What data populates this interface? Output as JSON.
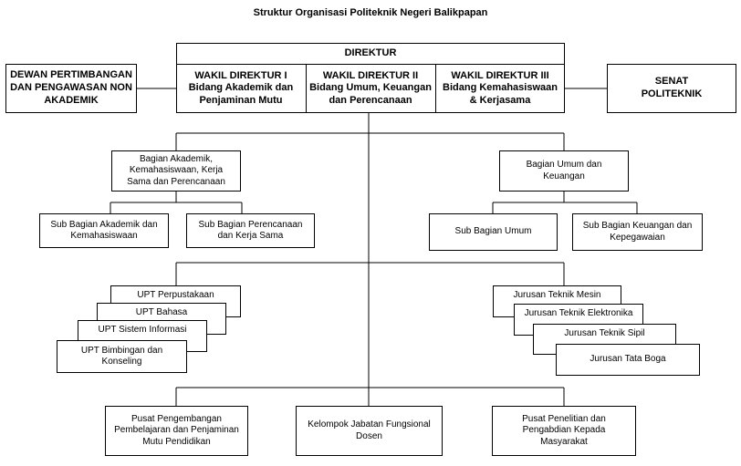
{
  "title": "Struktur Organisasi Politeknik Negeri Balikpapan",
  "top": {
    "direktur": "DIREKTUR",
    "wadir1": "WAKIL DIREKTUR I\nBidang Akademik dan\nPenjaminan Mutu",
    "wadir2": "WAKIL DIREKTUR II\nBidang Umum, Keuangan\ndan Perencanaan",
    "wadir3": "WAKIL DIREKTUR III\nBidang Kemahasiswaan\n& Kerjasama"
  },
  "dewan": "DEWAN PERTIMBANGAN\nDAN PENGAWASAN NON\nAKADEMIK",
  "senat": "SENAT\nPOLITEKNIK",
  "bagian_akademik": "Bagian Akademik,\nKemahasiswaan, Kerja\nSama dan Perencanaan",
  "bagian_umum": "Bagian Umum dan\nKeuangan",
  "sub_akademik": "Sub Bagian Akademik dan\nKemahasiswaan",
  "sub_perencanaan": "Sub Bagian Perencanaan\ndan Kerja Sama",
  "sub_umum": "Sub Bagian Umum",
  "sub_keuangan": "Sub Bagian Keuangan dan\nKepegawaian",
  "upt": [
    "UPT Perpustakaan",
    "UPT Bahasa",
    "UPT Sistem Informasi",
    "UPT Bimbingan dan\nKonseling"
  ],
  "jurusan": [
    "Jurusan Teknik Mesin",
    "Jurusan Teknik Elektronika",
    "Jurusan Teknik Sipil",
    "Jurusan Tata Boga"
  ],
  "pusat_pengembangan": "Pusat Pengembangan\nPembelajaran dan Penjaminan\nMutu Pendidikan",
  "kelompok_jabatan": "Kelompok Jabatan Fungsional\nDosen",
  "pusat_penelitian": "Pusat Penelitian dan\nPengabdian Kepada\nMasyarakat"
}
